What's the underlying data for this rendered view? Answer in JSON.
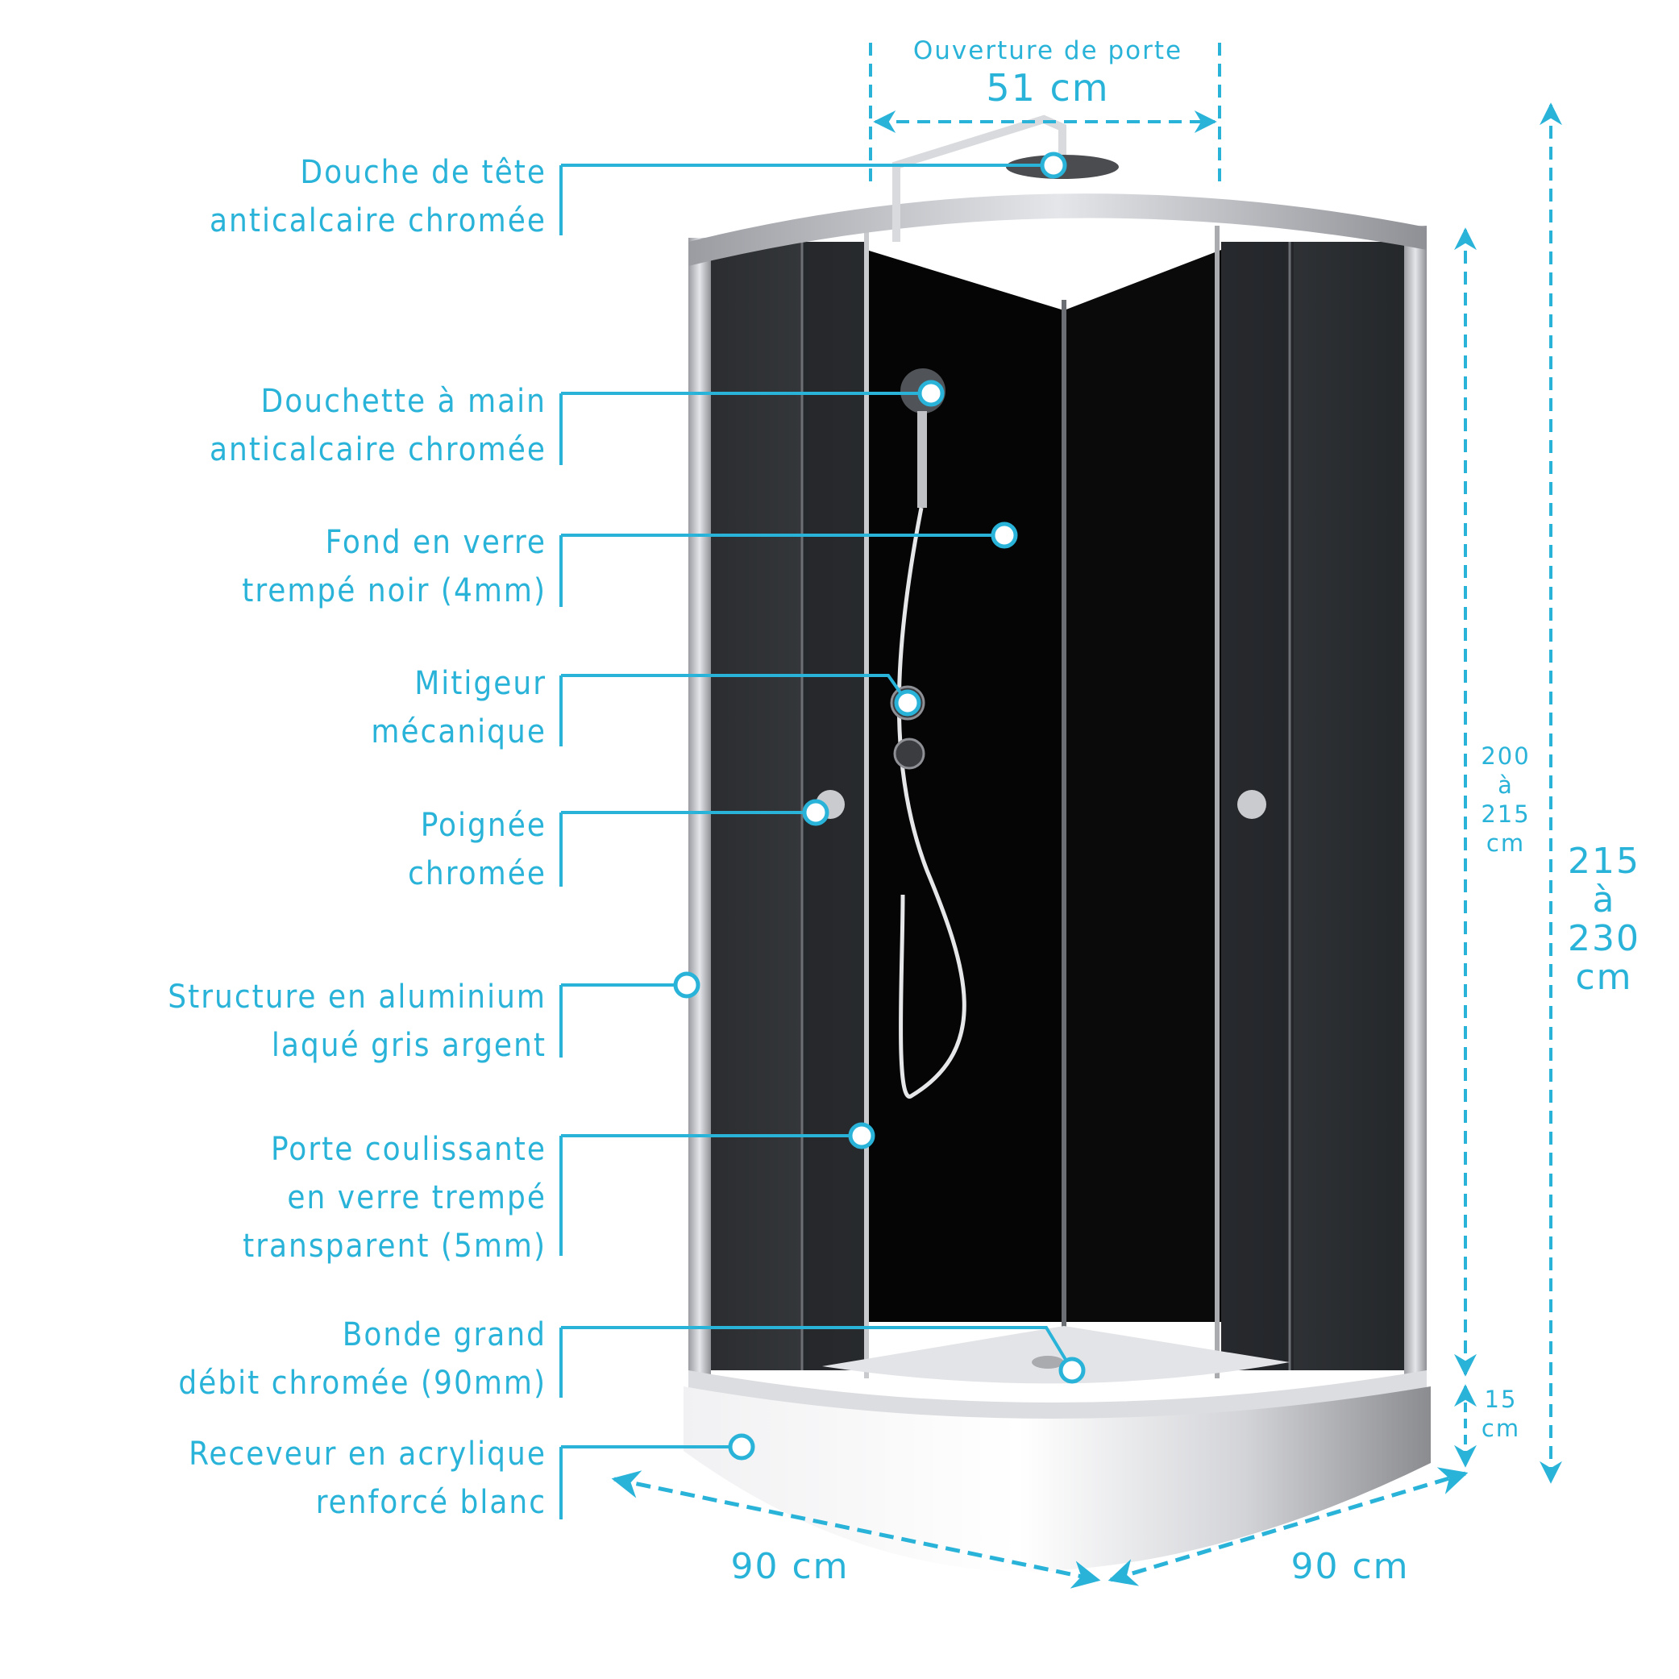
{
  "accent_color": "#2ab3d9",
  "door_opening": {
    "title": "Ouverture de porte",
    "value": "51 cm"
  },
  "labels": [
    {
      "id": "douche-de-tete",
      "lines": [
        "Douche de tête",
        "anticalcaire chromée"
      ]
    },
    {
      "id": "douchette-a-main",
      "lines": [
        "Douchette à main",
        "anticalcaire chromée"
      ]
    },
    {
      "id": "fond-verre",
      "lines": [
        "Fond en verre",
        "trempé noir (4mm)"
      ]
    },
    {
      "id": "mitigeur",
      "lines": [
        "Mitigeur",
        "mécanique"
      ]
    },
    {
      "id": "poignee",
      "lines": [
        "Poignée",
        "chromée"
      ]
    },
    {
      "id": "structure",
      "lines": [
        "Structure en aluminium",
        "laqué gris argent"
      ]
    },
    {
      "id": "porte-coulissante",
      "lines": [
        "Porte coulissante",
        "en verre trempé",
        "transparent (5mm)"
      ]
    },
    {
      "id": "bonde",
      "lines": [
        "Bonde grand",
        "débit chromée (90mm)"
      ]
    },
    {
      "id": "receveur",
      "lines": [
        "Receveur en acrylique",
        "renforcé blanc"
      ]
    }
  ],
  "dimensions": {
    "cabin_height": {
      "lines": [
        "200",
        "à",
        "215",
        "cm"
      ]
    },
    "total_height": {
      "lines": [
        "215",
        "à",
        "230",
        "cm"
      ]
    },
    "tray_height": {
      "lines": [
        "15",
        "cm"
      ]
    },
    "width_left": "90 cm",
    "width_right": "90 cm"
  }
}
